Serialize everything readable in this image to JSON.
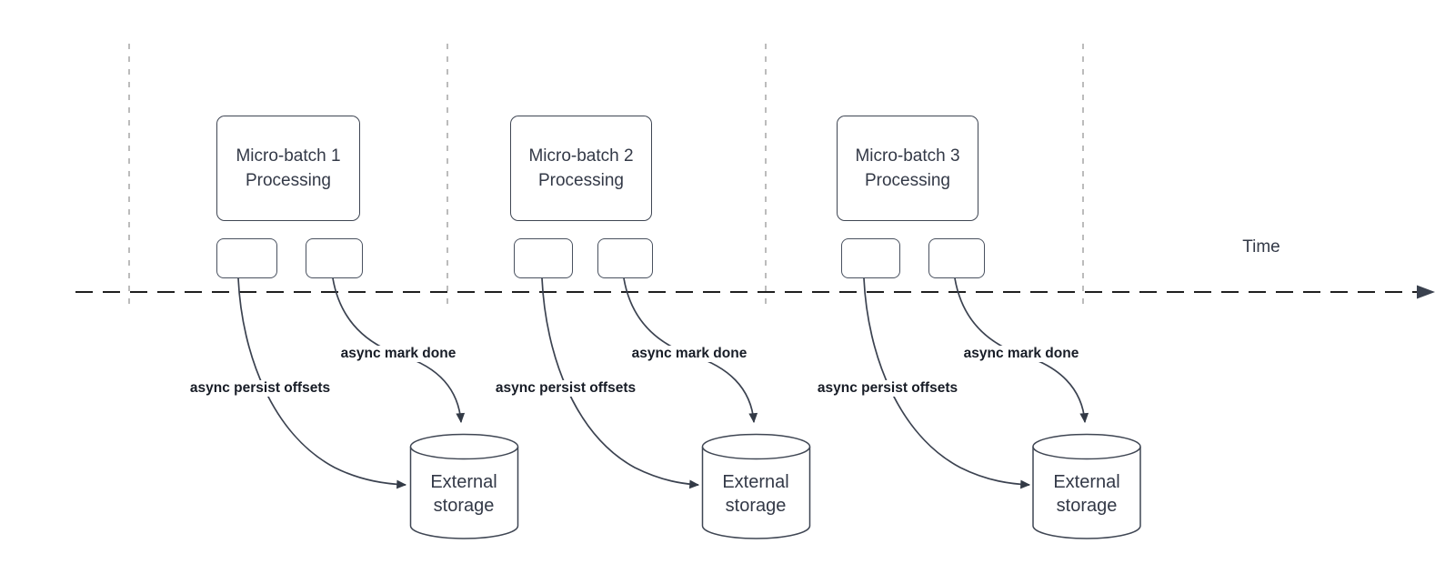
{
  "page": {
    "background": "#ffffff"
  },
  "timeline": {
    "label": "Time"
  },
  "groups": [
    {
      "title": "Micro-batch 1\nProcessing",
      "persist_label": "async persist offsets",
      "mark_done_label": "async mark done",
      "storage_label": "External\nstorage"
    },
    {
      "title": "Micro-batch 2\nProcessing",
      "persist_label": "async persist offsets",
      "mark_done_label": "async mark done",
      "storage_label": "External\nstorage"
    },
    {
      "title": "Micro-batch 3\nProcessing",
      "persist_label": "async persist offsets",
      "mark_done_label": "async mark done",
      "storage_label": "External\nstorage"
    }
  ],
  "colors": {
    "shape_stroke": "#3f4653",
    "arrow_stroke": "#3b4250",
    "arrowhead_fill": "#333a46",
    "guide_dash": "#a5a5a5",
    "timeline_dash": "#1f1f1f",
    "label_text": "#171c26",
    "node_text": "#333947"
  }
}
